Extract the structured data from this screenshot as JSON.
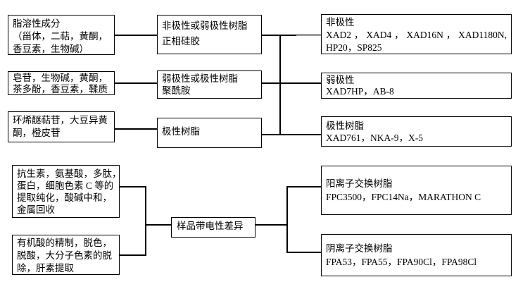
{
  "left_boxes": [
    {
      "name": "lipid-soluble-components",
      "lines": [
        "脂溶性成分",
        "（甾体，二萜，黄酮，",
        "香豆素，生物碱）"
      ]
    },
    {
      "name": "saponins-alkaloids-flavones",
      "lines": [
        "皂苷，生物碱，黄酮，",
        "茶多酚，香豆素，鞣质"
      ]
    },
    {
      "name": "iridoid-glycosides",
      "lines": [
        "环烯醚萜苷，大豆异黄",
        "酮，橙皮苷"
      ]
    },
    {
      "name": "antibiotics-amino-acids-purification",
      "lines": [
        "抗生素，氨基酸，多肽，",
        "蛋白，细胞色素 C 等的",
        "提取纯化，酸碱中和，",
        "金属回收"
      ]
    },
    {
      "name": "organic-acid-refining",
      "lines": [
        "有机酸的精制，脱色，",
        "脱酸，大分子色素的脱",
        "除，肝素提取"
      ]
    }
  ],
  "middle_boxes": [
    {
      "name": "nonpolar-or-weak-polar-resin",
      "lines": [
        "非极性或弱极性树脂",
        "正相硅胶"
      ]
    },
    {
      "name": "weak-polar-or-polar-resin",
      "lines": [
        "弱极性或极性树脂",
        "聚酰胺"
      ]
    },
    {
      "name": "polar-resin",
      "lines": [
        "极性树脂"
      ]
    },
    {
      "name": "sample-charge-difference",
      "lines": [
        "样品带电性差异"
      ]
    }
  ],
  "right_boxes": [
    {
      "name": "nonpolar-resins",
      "lines": [
        "非极性",
        "XAD2，XAD4，XAD16N，XAD1180N,",
        "HP20，SP825"
      ]
    },
    {
      "name": "weak-polar-resins",
      "lines": [
        "弱极性",
        "XAD7HP，AB-8"
      ]
    },
    {
      "name": "polar-resins",
      "lines": [
        "极性树脂",
        "XAD761，NKA-9，X-5"
      ]
    },
    {
      "name": "cation-exchange-resins",
      "lines": [
        "阳离子交换树脂",
        "FPC3500，FPC14Na，MARATHON C"
      ]
    },
    {
      "name": "anion-exchange-resins",
      "lines": [
        "阴离子交换树脂",
        "FPA53，FPA55，FPA90Cl，FPA98Cl"
      ]
    }
  ],
  "colors": {
    "background": "#ffffff",
    "box_border": "#000000",
    "text": "#000000",
    "connector_line": "#000000",
    "connector_line_faded": "#9b9b9b"
  }
}
